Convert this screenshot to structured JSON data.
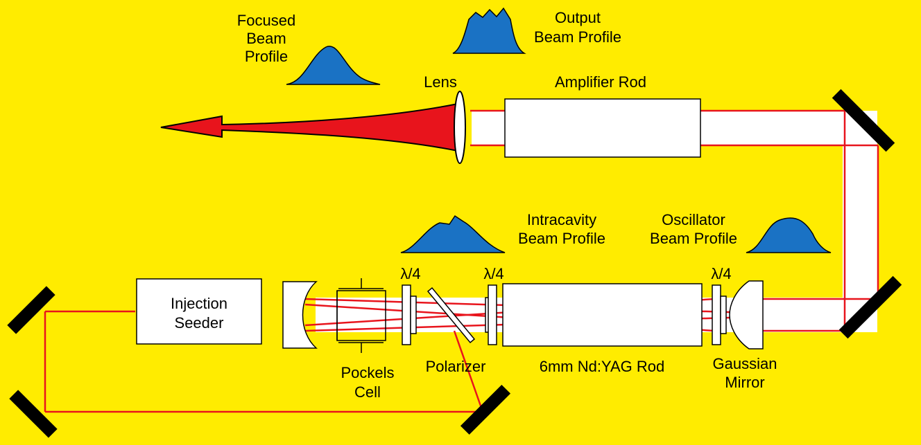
{
  "labels": {
    "focused_profile": [
      "Focused",
      "Beam",
      "Profile"
    ],
    "output_profile": [
      "Output",
      "Beam Profile"
    ],
    "lens": "Lens",
    "amplifier_rod": "Amplifier Rod",
    "intracavity_profile": [
      "Intracavity",
      "Beam Profile"
    ],
    "oscillator_profile": [
      "Oscillator",
      "Beam Profile"
    ],
    "waveplate": "λ/4",
    "injection_seeder": [
      "Injection",
      "Seeder"
    ],
    "pockels_cell": [
      "Pockels",
      "Cell"
    ],
    "polarizer": "Polarizer",
    "yag_rod": "6mm Nd:YAG Rod",
    "gaussian_mirror": [
      "Gaussian",
      "Mirror"
    ]
  },
  "colors": {
    "background": "#ffec00",
    "beam": "#e8141c",
    "profile": "#1a72c4",
    "component_fill": "#ffffff",
    "mirror": "#000000"
  }
}
